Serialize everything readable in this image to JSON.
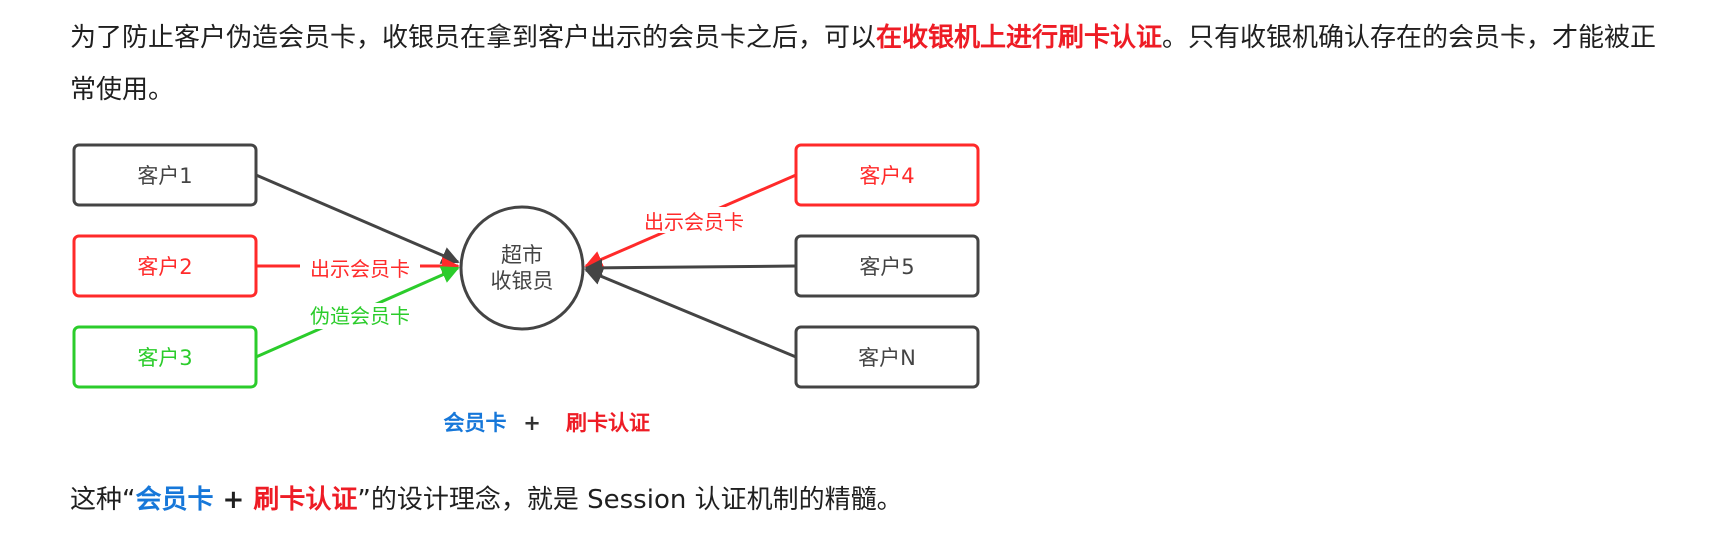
{
  "paragraph1": {
    "text_before": "为了防止客户伪造会员卡，收银员在拿到客户出示的会员卡之后，可以",
    "highlight": "在收银机上进行刷卡认证",
    "text_after": "。只有收银机确认存在的会员卡，才能被正常使用。"
  },
  "diagram": {
    "customers_left": [
      {
        "label": "客户1",
        "color": "#444444"
      },
      {
        "label": "客户2",
        "color": "#ff2a2a"
      },
      {
        "label": "客户3",
        "color": "#2bcc2b"
      }
    ],
    "customers_right": [
      {
        "label": "客户4",
        "color": "#ff2a2a"
      },
      {
        "label": "客户5",
        "color": "#444444"
      },
      {
        "label": "客户N",
        "color": "#444444"
      }
    ],
    "cashier_line1": "超市",
    "cashier_line2": "收银员",
    "edge_label_show_left": "出示会员卡",
    "edge_label_forge": "伪造会员卡",
    "edge_label_show_right": "出示会员卡",
    "caption_card": "会员卡",
    "caption_plus": "+",
    "caption_auth": "刷卡认证",
    "colors": {
      "neutral": "#444444",
      "red": "#ff2a2a",
      "green": "#2bcc2b",
      "blue": "#1677d9",
      "caption_red": "#ee1c25"
    }
  },
  "paragraph2": {
    "text_before": "这种“",
    "highlight_card": "会员卡",
    "plus": " + ",
    "highlight_auth": "刷卡认证",
    "text_after": "”的设计理念，就是 Session 认证机制的精髓。"
  }
}
